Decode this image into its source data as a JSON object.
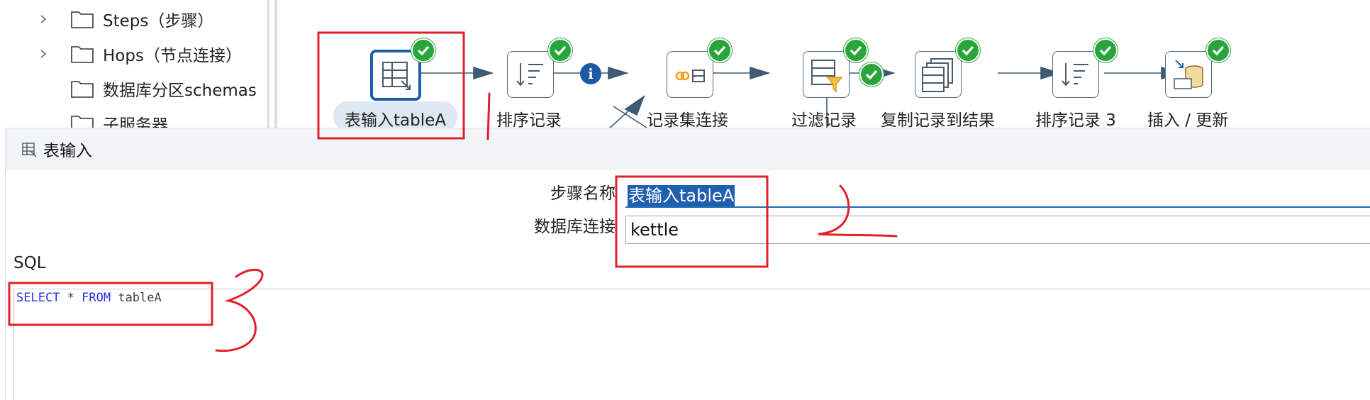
{
  "tree": {
    "items": [
      {
        "label": "Steps（步骤）",
        "expandable": true
      },
      {
        "label": "Hops（节点连接）",
        "expandable": true
      },
      {
        "label": "数据库分区schemas",
        "expandable": false
      },
      {
        "label": "子服务器",
        "expandable": false
      }
    ]
  },
  "canvas": {
    "steps": [
      {
        "label": "表输入tableA",
        "icon": "table-input-icon",
        "selected": true
      },
      {
        "label": "排序记录",
        "icon": "sort-rows-icon"
      },
      {
        "label": "记录集连接",
        "icon": "merge-join-icon"
      },
      {
        "label": "过滤记录",
        "icon": "filter-rows-icon"
      },
      {
        "label": "复制记录到结果",
        "icon": "copy-rows-icon"
      },
      {
        "label": "排序记录 3",
        "icon": "sort-rows-icon"
      },
      {
        "label": "插入 / 更新",
        "icon": "insert-update-icon"
      }
    ],
    "status_color": "#2aa53c",
    "hop_color": "#3f5a73",
    "info_color": "#1c5aa6"
  },
  "dialog": {
    "title": "表输入",
    "step_name_label": "步骤名称",
    "step_name_value": "表输入tableA",
    "db_connection_label": "数据库连接",
    "db_connection_value": "kettle",
    "sql_label": "SQL",
    "sql": {
      "kw1": "SELECT",
      "mid": " * ",
      "kw2": "FROM",
      "rest": " tableA"
    }
  },
  "annotations": {
    "color": "#e0202a",
    "marks": [
      "1",
      "2",
      "3"
    ]
  }
}
